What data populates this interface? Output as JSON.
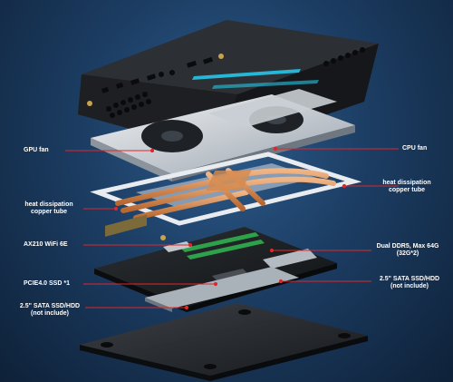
{
  "labels": {
    "gpu_fan": "GPU fan",
    "cpu_fan": "CPU fan",
    "heat_right_1": "heat dissipation",
    "heat_right_2": "copper tube",
    "heat_left_1": "heat dissipation",
    "heat_left_2": "copper tube",
    "wifi": "AX210 WiFi 6E",
    "ddr_1": "Dual DDR5, Max 64G",
    "ddr_2": "(32G*2)",
    "pcie": "PCIE4.0 SSD *1",
    "sata_right_1": "2.5\" SATA SSD/HDD",
    "sata_right_2": "(not include)",
    "sata_left_1": "2.5\" SATA SSD/HDD",
    "sata_left_2": "(not include)"
  },
  "colors": {
    "background": "#1c3d63",
    "callout_line": "#e0262b",
    "label_text": "#ffffff",
    "accent_led": "#27c6e8"
  }
}
